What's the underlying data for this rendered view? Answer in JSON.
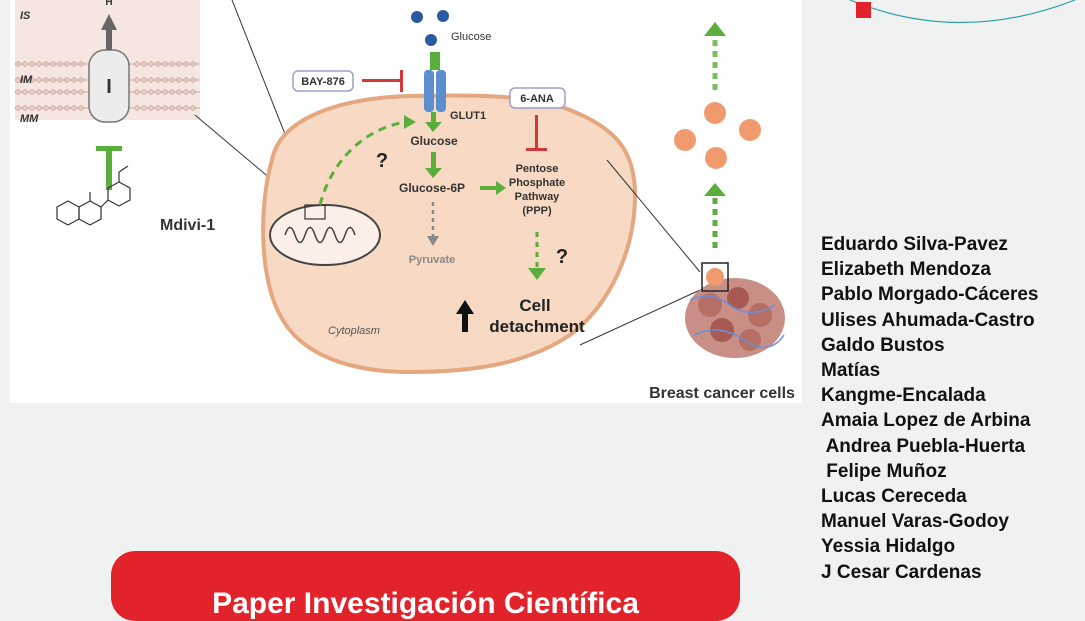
{
  "figure": {
    "membrane_labels": {
      "is": "IS",
      "im": "IM",
      "mm": "MM"
    },
    "proton_label": "H",
    "channel_label": "I",
    "inhibitor_mdivi": "Mdivi-1",
    "inhibitor_bay": "BAY-876",
    "inhibitor_6ana": "6-ANA",
    "glucose_outside": "Glucose",
    "transporter": "GLUT1",
    "glucose_inside": "Glucose",
    "glucose_6p": "Glucose-6P",
    "pyruvate": "Pyruvate",
    "ppp_lines": [
      "Pentose",
      "Phosphate",
      "Pathway",
      "(PPP)"
    ],
    "question_mark_1": "?",
    "question_mark_2": "?",
    "cell_detachment_lines": [
      "Cell",
      "detachment"
    ],
    "cytoplasm": "Cytoplasm",
    "breast_cancer_cells": "Breast cancer cells"
  },
  "authors": [
    "Eduardo Silva-Pavez",
    "Elizabeth Mendoza",
    "Pablo Morgado-Cáceres",
    "Ulises Ahumada-Castro",
    "Galdo Bustos",
    "Matías",
    "Kangme-Encalada",
    "Amaia Lopez de Arbina",
    " Andrea Puebla-Huerta",
    " Felipe Muñoz",
    "Lucas Cereceda",
    "Manuel Varas-Godoy",
    "Yessia Hidalgo",
    "J Cesar Cardenas"
  ],
  "banner": {
    "title": "Paper Investigación Científica"
  },
  "colors": {
    "accent_red": "#e3232b",
    "green_arrow": "#5aaf3c",
    "cell_fill": "#f7d9c4",
    "blue_dots": "#2c5aa0"
  }
}
